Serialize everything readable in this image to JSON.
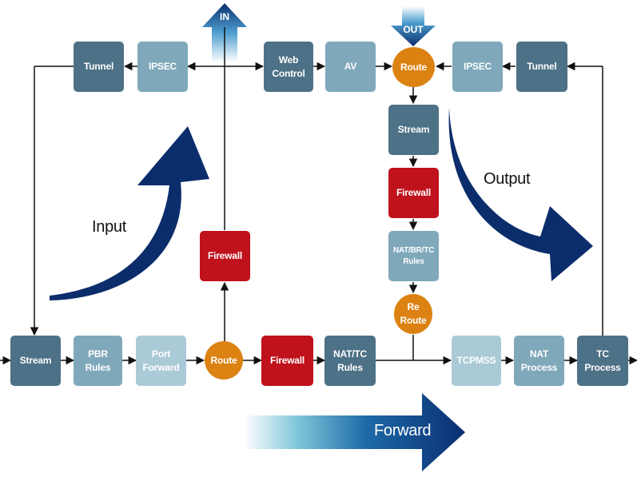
{
  "nodes": {
    "stream_left": "Stream",
    "pbr_rules": "PBR\nRules",
    "port_forward": "Port\nForward",
    "route_forward": "Route",
    "firewall_forward": "Firewall",
    "nat_tc_rules": "NAT/TC\nRules",
    "tcpmss": "TCPMSS",
    "nat_process": "NAT\nProcess",
    "tc_process": "TC\nProcess",
    "firewall_input": "Firewall",
    "tunnel_left": "Tunnel",
    "ipsec_left": "IPSEC",
    "web_control": "Web\nControl",
    "av": "AV",
    "route_output": "Route",
    "ipsec_right": "IPSEC",
    "tunnel_right": "Tunnel",
    "stream_output": "Stream",
    "firewall_output": "Firewall",
    "nat_br_tc_rules": "NAT/BR/TC\nRules",
    "re_route": "Re\nRoute"
  },
  "arrows": {
    "in": "IN",
    "out": "OUT"
  },
  "labels": {
    "input": "Input",
    "output": "Output",
    "forward": "Forward"
  },
  "colors": {
    "dark_box": "#4d7186",
    "mid_box": "#7fa8bb",
    "light_box": "#abcad8",
    "firewall": "#c0121c",
    "route": "#dc8212",
    "big_arrow": "#0c2d6b"
  }
}
